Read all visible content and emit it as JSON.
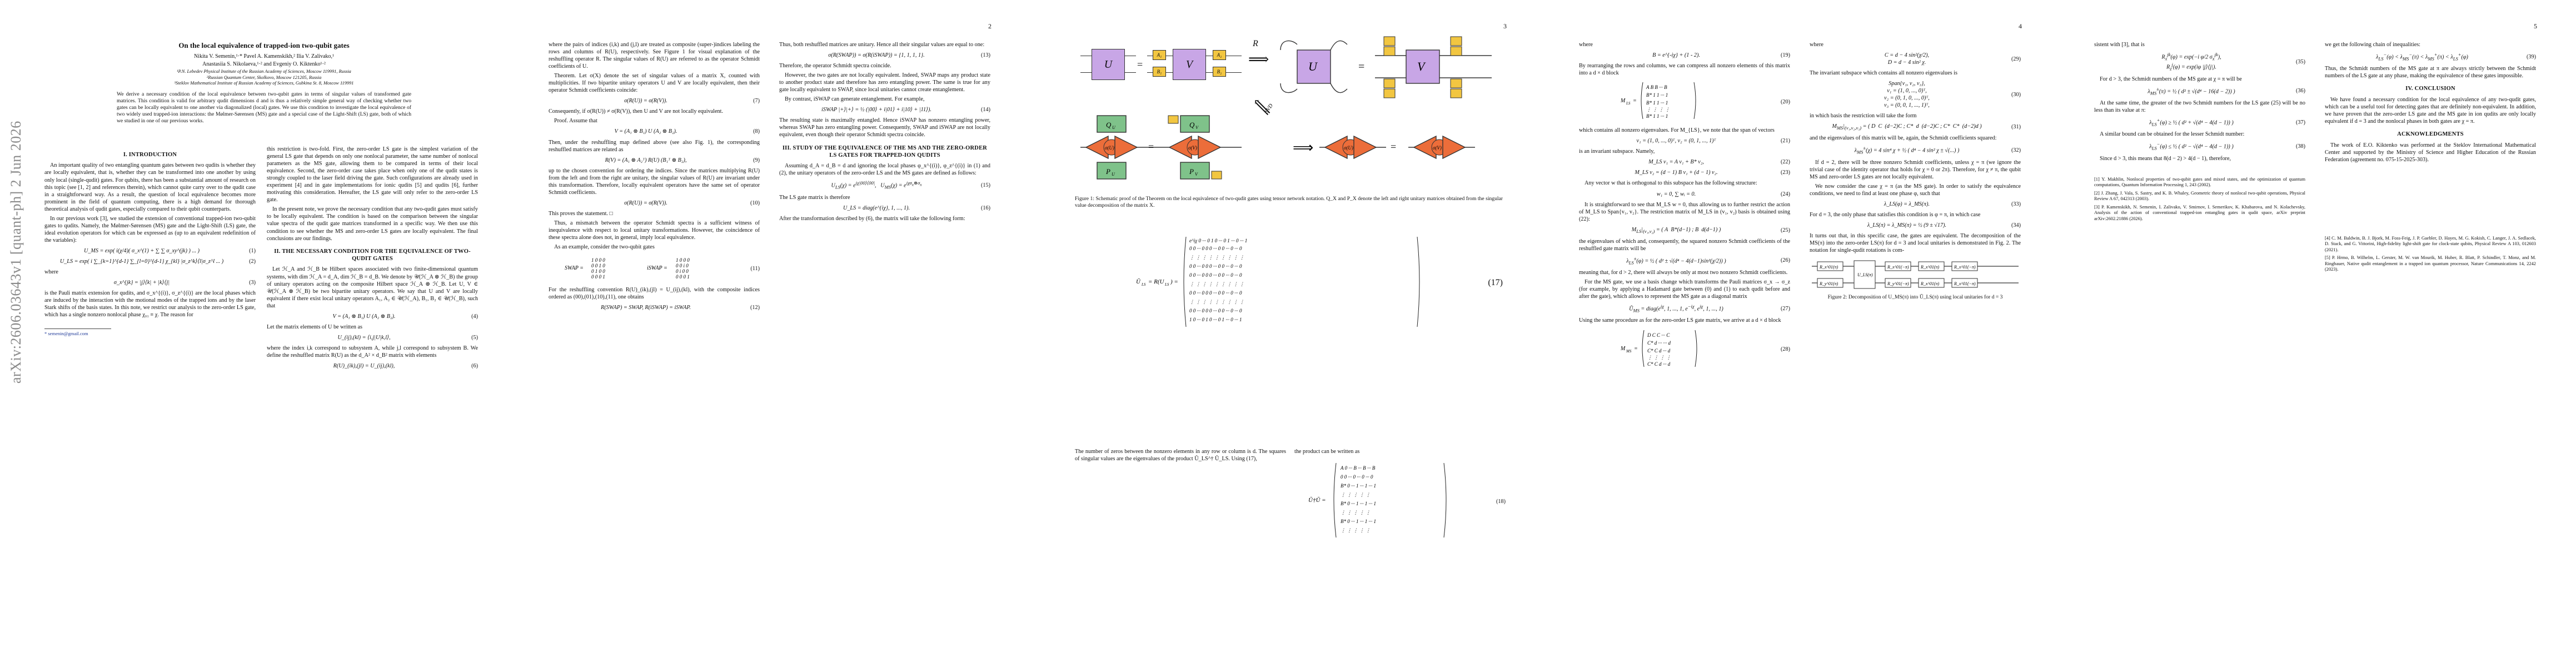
{
  "sidebar": {
    "arxiv_id": "arXiv:2606.03643v1  [quant-ph]  2 Jun 2026"
  },
  "page1": {
    "title": "On the local equivalence of trapped-ion two-qubit gates",
    "authors_line1": "Nikita V. Semenin,¹·* Pavel A. Kamenskikh,² Ilia V. Zalivako,¹",
    "authors_line2": "Anastasiia S. Nikolaeva,¹·² and Evgeniy O. Kiktenko¹·²",
    "affil1": "¹P.N. Lebedev Physical Institute of the Russian Academy of Sciences, Moscow 119991, Russia",
    "affil2": "²Russian Quantum Center, Skolkovo, Moscow 121205, Russia",
    "affil3": "³Steklov Mathematical Institute of Russian Academy of Sciences, Gubkina St. 8, Moscow 119991",
    "abstract": "We derive a necessary condition of the local equivalence between two-qubit gates in terms of singular values of transformed gate matrices. This condition is valid for arbitrary qudit dimensions d and is thus a relatively simple general way of checking whether two gates can be locally equivalent to one another via diagonalized (local) gates. We use this condition to investigate the local equivalence of two widely used trapped-ion interactions: the Mølmer-Sørensen (MS) gate and a special case of the Light-Shift (LS) gate, both of which we studied in one of our previous works.",
    "sec1": "I.   INTRODUCTION",
    "p1": "An important quality of two entangling quantum gates between two qudits is whether they are locally equivalent, that is, whether they can be transformed into one another by using only local (single-qudit) gates. For qubits, there has been a substantial amount of research on this topic (see [1, 2] and references therein), which cannot quite carry over to the qudit case in a straightforward way. As a result, the question of local equivalence becomes more prominent in the field of quantum computing, there is a high demand for thorough theoretical analysis of qudit gates, especially compared to their qubit counterparts.",
    "p2": "In our previous work [3], we studied the extension of conventional trapped-ion two-qubit gates to qudits. Namely, the Mølmer-Sørensen (MS) gate and the Light-Shift (LS) gate, the ideal evolution operators for which can be expressed as (up to an equivalent redefinition of the variables):",
    "eq1": "U_MS = exp( i(χ/4)( σ_x^(1) + ∑ ∑ σ_xy^(jk) ) ... )",
    "eq1n": "(1)",
    "eq2": "U_LS = exp( i ∑_{k=1}^{d-1} ∑_{l=0}^{d-1} χ_{kl} |σ_z^k⟩⟨l|σ_z^l ... )",
    "eq2n": "(2)",
    "where": "where",
    "eq3": "σ_x^{jk} = |j⟩⟨k| + |k⟩⟨j|",
    "eq3n": "(3)",
    "p3": "is the Pauli matrix extension for qudits, and σ_x^{(i)}, σ_z^{(i)} are the local phases which are induced by the interaction with the motional modes of the trapped ions and by the laser Stark shifts of the basis states. In this note, we restrict our analysis to the zero-order LS gate, which has a single nonzero nonlocal phase χ₀₁ ≡ χ. The reason for",
    "footnote": "* semenin@gmail.com"
  },
  "page2": {
    "num": "2",
    "p1": "this restriction is two-fold. First, the zero-order LS gate is the simplest variation of the general LS gate that depends on only one nonlocal parameter, the same number of nonlocal parameters as the MS gate, allowing them to be compared in terms of their local equivalence. Second, the zero-order case takes place when only one of the qudit states is strongly coupled to the laser field driving the gate. Such configurations are already used in experiment [4] and in gate implementations for ionic qudits [5] and qudits [6], further motivating this consideration. Hereafter, the LS gate will only refer to the zero-order LS gate.",
    "p2": "In the present note, we prove the necessary condition that any two-qudit gates must satisfy to be locally equivalent. The condition is based on the comparison between the singular value spectra of the qudit gate matrices transformed in a specific way. We then use this condition to see whether the MS and zero-order LS gates are locally equivalent. The final conclusions are our findings.",
    "sec2": "II.   THE NECESSARY CONDITION FOR THE EQUIVALENCE OF TWO-QUDIT GATES",
    "p3": "Let ℋ_A and ℋ_B be Hilbert spaces associated with two finite-dimensional quantum systems, with dim ℋ_A = d_A, dim ℋ_B = d_B. We denote by 𝒰(ℋ_A ⊗ ℋ_B) the group of unitary operators acting on the composite Hilbert space ℋ_A ⊗ ℋ_B. Let U, V ∈ 𝒰(ℋ_A ⊗ ℋ_B) be two bipartite unitary operators. We say that U and V are locally equivalent if there exist local unitary operators A₁, A₂ ∈ 𝒰(ℋ_A), B₁, B₂ ∈ 𝒰(ℋ_B), such that",
    "eq4": "V = (A₁ ⊗ B₁) U (A₂ ⊗ B₂).",
    "eq4n": "(4)",
    "p4": "Let the matrix elements of U be written as",
    "eq5": "U_(ij),(kl) = ⟨i,j|U|k,l⟩,",
    "eq5n": "(5)",
    "p5": "where the index i,k correspond to subsystem A, while j,l correspond to subsystem B. We define the reshuffled matrix R(U) as the d_A² × d_B² matrix with elements",
    "eq6": "R(U)_(ik),(jl) = U_(ij),(kl),",
    "eq6n": "(6)",
    "p6": "where the pairs of indices (i,k) and (j,l) are treated as composite (super-)indices labeling the rows and columns of R(U), respectively. See Figure 1 for visual explanation of the reshuffling operator R. The singular values of R(U) are referred to as the operator Schmidt coefficients of U.",
    "thm": "Theorem. Let σ(X) denote the set of singular values of a matrix X, counted with multiplicities. If two bipartite unitary operators U and V are locally equivalent, then their operator Schmidt coefficients coincide:",
    "eq7": "σ(R(U)) = σ(R(V)).",
    "eq7n": "(7)",
    "p7": "Consequently, if σ(R(U)) ≠ σ(R(V)), then U and V are not locally equivalent.",
    "proof": "Proof. Assume that",
    "eq8": "V = (A₁ ⊗ B₁) U (A₂ ⊗ B₂).",
    "eq8n": "(8)",
    "p8": "Then, under the reshuffling map defined above (see also Fig. 1), the corresponding reshuffled matrices are related as",
    "eq9": "R(V) = (A₁ ⊗ A₂ᵀ) R(U) (B₁ᵀ ⊗ B₂),",
    "eq9n": "(9)",
    "p9": "up to the chosen convention for ordering the indices. Since the matrices multiplying R(U) from the left and from the right are unitary, the singular values of R(U) are invariant under this transformation. Therefore, locally equivalent operators have the same set of operator Schmidt coefficients.",
    "eq10": "σ(R(U)) = σ(R(V)).",
    "eq10n": "(10)",
    "p10": "This proves the statement. □",
    "p11": "Thus, a mismatch between the operator Schmidt spectra is a sufficient witness of inequivalence with respect to local unitary transformations. However, the coincidence of these spectra alone does not, in general, imply local equivalence.",
    "p12": "As an example, consider the two-qubit gates",
    "eq11n": "(11)",
    "p13": "For the reshuffling convention R(U)_(ik),(jl) = U_(ij),(kl), with the composite indices ordered as (00),(01),(10),(11), one obtains",
    "eq12": "R(SWAP) = SWAP,      R(iSWAP) = iSWAP.",
    "eq12n": "(12)"
  },
  "page3": {
    "num": "3",
    "p1": "Thus, both reshuffled matrices are unitary. Hence all their singular values are equal to one:",
    "eq13": "σ(R(SWAP)) = σ(R(iSWAP)) = {1, 1, 1, 1}.",
    "eq13n": "(13)",
    "p2": "Therefore, the operator Schmidt spectra coincide.",
    "p3": "However, the two gates are not locally equivalent. Indeed, SWAP maps any product state to another product state and therefore has zero entangling power. The same is true for any gate locally equivalent to SWAP, since local unitaries cannot create entanglement.",
    "p4": "By contrast, iSWAP can generate entanglement. For example,",
    "eq14": "iSWAP |+⟩|+⟩ = ½ (|00⟩ + i|01⟩ + i|10⟩ + |11⟩).",
    "eq14n": "(14)",
    "p5": "The resulting state is maximally entangled. Hence iSWAP has nonzero entangling power, whereas SWAP has zero entangling power. Consequently, SWAP and iSWAP are not locally equivalent, even though their operator Schmidt spectra coincide.",
    "sec3": "III.   STUDY OF THE EQUIVALENCE OF THE MS AND THE ZERO-ORDER LS GATES FOR TRAPPED-ION QUDITS",
    "p6": "Assuming d_A = d_B = d and ignoring the local phases φ_x^{(i)}, φ_z^{(i)} in (1) and (2), the unitary operators of the zero-order LS and the MS gates are defined as follows:",
    "eq15n": "(15)",
    "p7": "The LS gate matrix is therefore",
    "eq16": "U_LS = diag(e^{iχ}, 1, ..., 1).",
    "eq16n": "(16)",
    "p8": "After the transformation described by (6), the matrix will take the following form:",
    "fig_caption": "Figure 1: Schematic proof of the Theorem on the local equivalence of two-qudit gates using tensor network notation. Q_X and P_X denote the left and right unitary matrices obtained from the singular value decomposition of the matrix X.",
    "eq17n": "(17)",
    "p9": "The number of zeros between the nonzero elements in any row or column is d. The squares of singular values are the eigenvalues of the product Ũ_LS^† Ũ_LS. Using (17),",
    "p10": "the product can be written as",
    "eq18n": "(18)",
    "fig_labels": {
      "U": "U",
      "V": "V",
      "R": "R",
      "SVD": "SVD",
      "A1": "A₁",
      "A2": "A₂",
      "B1": "B₁",
      "B2": "B₂",
      "QU": "Q_U",
      "QV": "Q_V",
      "PU": "P_U",
      "PV": "P_V",
      "sU": "σ(U)",
      "sV": "σ(V)"
    }
  },
  "page4": {
    "num": "4",
    "where": "where",
    "eq19": "B = e^{-iχ} + (1 - 2).",
    "eq19n": "(19)",
    "p1": "By rearranging the rows and columns, we can compress all nonzero elements of this matrix into a d × d block",
    "eq20n": "(20)",
    "p2": "which contains all nonzero eigenvalues. For M_{LS}, we note that the span of vectors",
    "eq21": "v₁ = (1, 0, ..., 0)ᵀ,   v₂ = (0, 1, ..., 1)ᵀ",
    "eq21n": "(21)",
    "p3": "is an invariant subspace. Namely,",
    "eq22": "M_LS v₁ = A v₁ + B* v₂,",
    "eq22n": "(22)",
    "eq23": "M_LS v₂ = (d − 1) B v₁ + (d − 1) v₂.",
    "eq23n": "(23)",
    "p4": "Any vector w that is orthogonal to this subspace has the following structure:",
    "eq24": "w₁ = 0,   ∑ wᵢ = 0.",
    "eq24n": "(24)",
    "p5": "It is straightforward to see that M_LS w = 0, thus allowing us to further restrict the action of M_LS to Span{v₁, v₂}. The restriction matrix of M_LS in (v₁, v₂) basis is obtained using (22):",
    "eq25n": "(25)",
    "p6": "the eigenvalues of which and, consequently, the squared nonzero Schmidt coefficients of the reshuffled gate matrix will be",
    "eq26n": "(26)",
    "p7": "meaning that, for d > 2, there will always be only at most two nonzero Schmidt coefficients.",
    "p8": "For the MS gate, we use a basis change which transforms the Pauli matrices σ_x → σ_z (for example, by applying a Hadamard gate between (0) and (1) to each qudit before and after the gate), which allows to represent the MS gate as a diagonal matrix",
    "eq27n": "(27)",
    "p9": "Using the same procedure as for the zero-order LS gate matrix, we arrive at a d × d block",
    "eq28n": "(28)"
  },
  "page5": {
    "num": "5",
    "p1": "where",
    "eq29n": "(29)",
    "p2": "The invariant subspace which contains all nonzero eigenvalues is",
    "eq30n": "(30)",
    "p3": "in which basis the restriction will take the form",
    "eq31n": "(31)",
    "p4": "and the eigenvalues of this matrix will be, again, the Schmidt coefficients squared:",
    "eq32n": "(32)",
    "p5": "If d = 2, there will be three nonzero Schmidt coefficients, unless χ = π (we ignore the trivial case of the identity operator that holds for χ = 0 or 2π). Therefore, for χ ≠ π, the qubit MS and zero-order LS gates are not locally equivalent.",
    "p6": "We now consider the case χ = π (as the MS gate). In order to satisfy the equivalence conditions, we need to find at least one phase φ, such that",
    "eq33": "λ_LS(φ) = λ_MS(π).",
    "eq33n": "(33)",
    "p7": "For d = 3, the only phase that satisfies this condition is φ = π, in which case",
    "eq34": "λ_LS(π) = λ_MS(π) = ½ (9 ± √17).",
    "eq34n": "(34)",
    "p8": "It turns out that, in this specific case, the gates are equivalent. The decomposition of the MS(π) into the zero-order LS(π) for d = 3 and local unitaries is demonstrated in Fig. 2. The notation for single-qudit rotations is com-",
    "fig2_caption": "Figure 2: Decomposition of U_MS(π) into Ũ_LS(π) using local unitaries for d = 3",
    "gate_labels": [
      "R_x^{01}(π)",
      "R_y^{01}(π)",
      "R_x^{01}(π)",
      "R_y^{01}(π)",
      "R_x^{01}(π)",
      "R_x^{01}(π)"
    ]
  },
  "page5b": {
    "p1": "sistent with [3], that is",
    "eq35n": "(35)",
    "p2": "For d > 3, the Schmidt numbers of the MS gate at χ = π will be",
    "eq36n": "(36)",
    "p3": "At the same time, the greater of the two Schmidt numbers for the LS gate (25) will be no less than its value at π:",
    "eq37n": "(37)",
    "p4": "A similar bound can be obtained for the lesser Schmidt number:",
    "eq38n": "(38)",
    "p5": "Since d > 3, this means that 8(d − 2) > 4(d − 1), therefore,",
    "col2_p1": "we get the following chain of inequalities:",
    "eq39n": "(39)",
    "col2_p2": "Thus, the Schmidt numbers of the MS gate at π are always strictly between the Schmidt numbers of the LS gate at any phase, making the equivalence of these gates impossible.",
    "sec4": "IV.   CONCLUSION",
    "conc": "We have found a necessary condition for the local equivalence of any two-qudit gates, which can be a useful tool for detecting gates that are definitely non-equivalent. In addition, we have proven that the zero-order LS gate and the MS gate in ion qudits are only locally equivalent if d = 3 and the nonlocal phases in both gates are χ = π.",
    "ack_title": "ACKNOWLEDGMENTS",
    "ack": "The work of E.O. Kiktenko was performed at the Steklov International Mathematical Center and supported by the Ministry of Science and Higher Education of the Russian Federation (agreement no. 075-15-2025-303).",
    "refs": [
      "[1] Y. Makhlin, Nonlocal properties of two-qubit gates and mixed states, and the optimization of quantum computations, Quantum Information Processing 1, 243 (2002).",
      "[2] J. Zhang, J. Vala, S. Sastry, and K. B. Whaley, Geometric theory of nonlocal two-qubit operations, Physical Review A 67, 042313 (2003).",
      "[3] P. Kamenskikh, N. Semenin, I. Zalivako, V. Smirnov, I. Semerikov, K. Khabarova, and N. Kolachevsky, Analysis of the action of conventional trapped-ion entangling gates in qudit space, arXiv preprint arXiv:2602.21886 (2026).",
      "[4] C. M. Baldwin, B. J. Bjork, M. Foss-Feig, J. P. Gaebler, D. Hayes, M. G. Kokish, C. Langer, J. A. Sedlacek, D. Stack, and G. Vittorini, High-fidelity light-shift gate for clock-state qubits, Physical Review A 103, 012603 (2021).",
      "[5] P. Hrmo, B. Wilhelm, L. Gerster, M. W. van Mourik, M. Huber, R. Blatt, P. Schindler, T. Monz, and M. Ringbauer, Native qudit entanglement in a trapped ion quantum processor, Nature Communications 14, 2242 (2023)."
    ]
  }
}
